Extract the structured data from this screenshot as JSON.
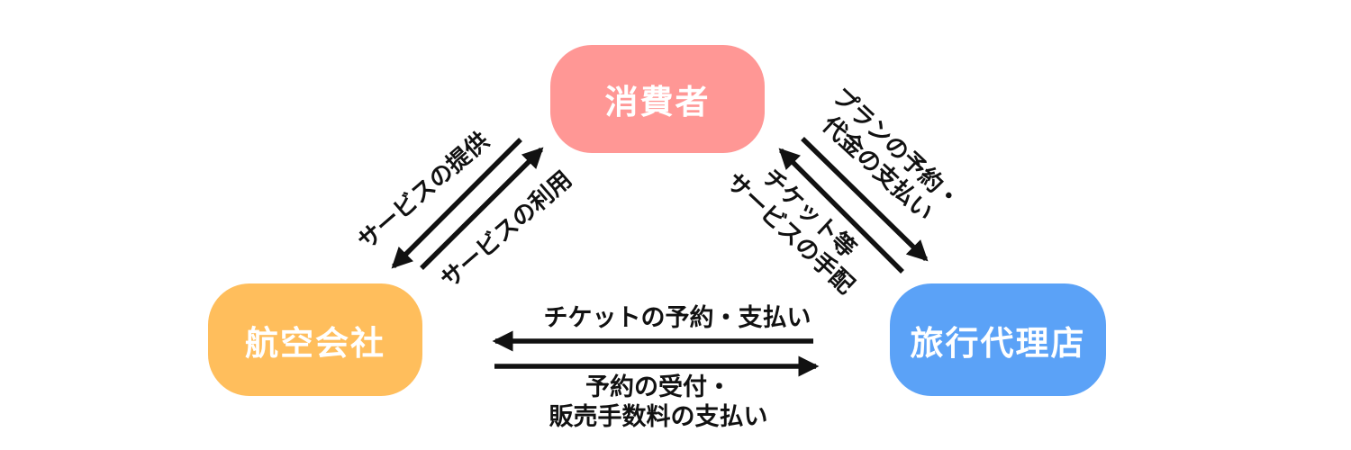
{
  "diagram": {
    "type": "relationship-triangle",
    "nodes": {
      "consumer": {
        "label": "消費者",
        "color": "#FF9795"
      },
      "airline": {
        "label": "航空会社",
        "color": "#FFBE5C"
      },
      "agency": {
        "label": "旅行代理店",
        "color": "#5BA2F7"
      }
    },
    "edges": {
      "service_provision": {
        "from": "airline",
        "to": "consumer",
        "lines": [
          "サービスの提供"
        ]
      },
      "service_use": {
        "from": "consumer",
        "to": "airline",
        "lines": [
          "サービスの利用"
        ]
      },
      "plan_booking_payment": {
        "from": "consumer",
        "to": "agency",
        "lines": [
          "プランの予約・",
          "代金の支払い"
        ]
      },
      "ticket_service_arrangement": {
        "from": "agency",
        "to": "consumer",
        "lines": [
          "チケット等",
          "サービスの手配"
        ]
      },
      "ticket_booking_payment": {
        "from": "agency",
        "to": "airline",
        "lines": [
          "チケットの予約・支払い"
        ]
      },
      "booking_acceptance_commission": {
        "from": "airline",
        "to": "agency",
        "lines": [
          "予約の受付・",
          "販売手数料の支払い"
        ]
      }
    },
    "theme": {
      "arrow_color": "#111111",
      "ink_color": "#111111",
      "node_text_color": "#ffffff"
    }
  }
}
